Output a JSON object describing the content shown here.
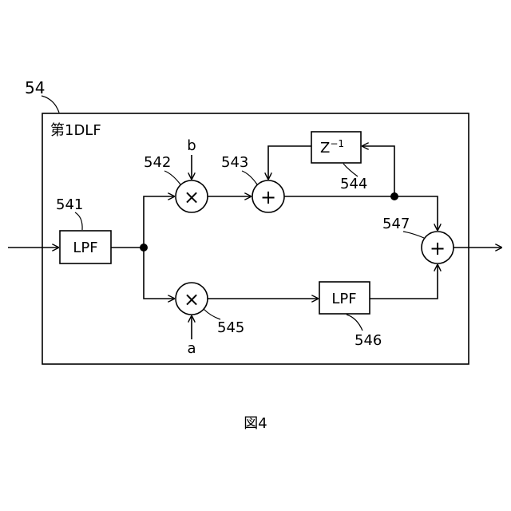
{
  "diagram": {
    "outer_ref": "54",
    "title": "第1DLF",
    "blocks": {
      "lpf_in": {
        "label": "LPF",
        "ref": "541"
      },
      "multiplier_top": {
        "symbol": "×",
        "ref": "542",
        "input_label": "b"
      },
      "adder_top": {
        "symbol": "+",
        "ref": "543"
      },
      "delay": {
        "base": "Z",
        "exp": "−1",
        "ref": "544"
      },
      "multiplier_bottom": {
        "symbol": "×",
        "ref": "545",
        "input_label": "a"
      },
      "lpf_bottom": {
        "label": "LPF",
        "ref": "546"
      },
      "adder_out": {
        "symbol": "+",
        "ref": "547"
      }
    },
    "caption": "図4"
  }
}
